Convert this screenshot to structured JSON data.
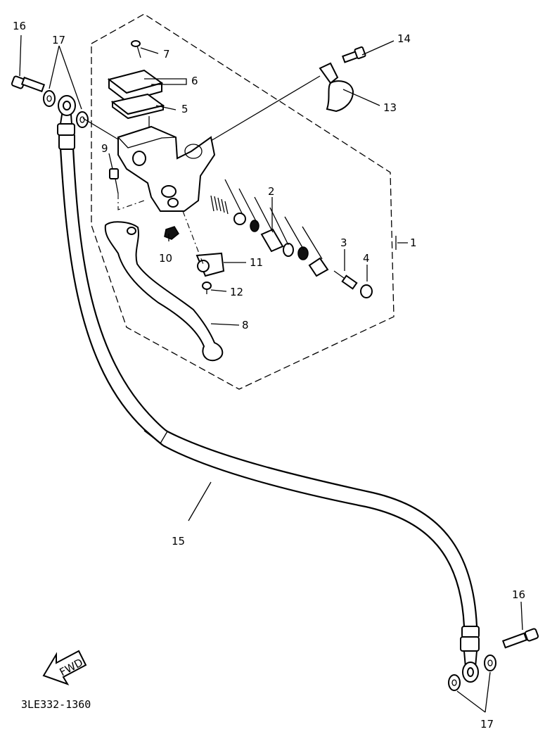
{
  "diagram": {
    "callouts": [
      {
        "id": "p1",
        "text": "1"
      },
      {
        "id": "p2",
        "text": "2"
      },
      {
        "id": "p3",
        "text": "3"
      },
      {
        "id": "p4",
        "text": "4"
      },
      {
        "id": "p5",
        "text": "5"
      },
      {
        "id": "p6",
        "text": "6"
      },
      {
        "id": "p7",
        "text": "7"
      },
      {
        "id": "p8",
        "text": "8"
      },
      {
        "id": "p9",
        "text": "9"
      },
      {
        "id": "p10",
        "text": "10"
      },
      {
        "id": "p11",
        "text": "11"
      },
      {
        "id": "p12",
        "text": "12"
      },
      {
        "id": "p13",
        "text": "13"
      },
      {
        "id": "p14",
        "text": "14"
      },
      {
        "id": "p15",
        "text": "15"
      },
      {
        "id": "p16a",
        "text": "16"
      },
      {
        "id": "p16b",
        "text": "16"
      },
      {
        "id": "p17a",
        "text": "17"
      },
      {
        "id": "p17b",
        "text": "17"
      }
    ],
    "fwd_label": "FWD",
    "drawing_code": "3LE332-1360"
  }
}
